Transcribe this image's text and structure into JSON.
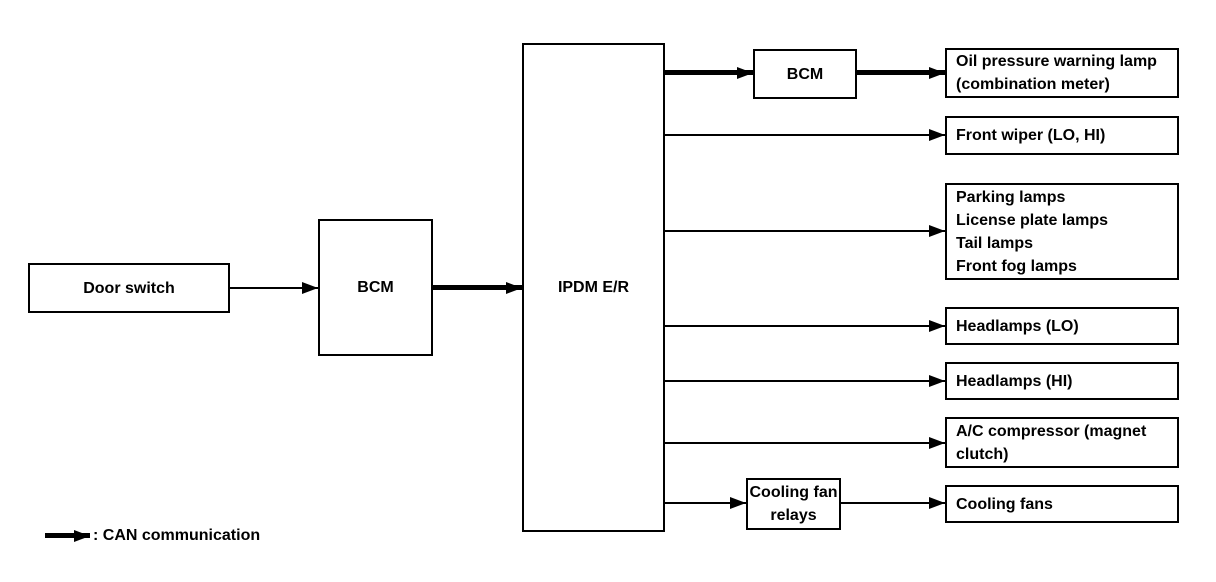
{
  "diagram": {
    "nodes": {
      "door_switch": {
        "label": "Door switch"
      },
      "bcm_main": {
        "label": "BCM"
      },
      "ipdm": {
        "label": "IPDM E/R"
      },
      "bcm_upper": {
        "label": "BCM"
      },
      "oil_pressure_lamp": {
        "lines": [
          "Oil pressure warning lamp",
          "(combination meter)"
        ]
      },
      "front_wiper": {
        "label": "Front wiper (LO, HI)"
      },
      "exterior_lamps": {
        "lines": [
          "Parking lamps",
          "License plate lamps",
          "Tail lamps",
          "Front fog lamps"
        ]
      },
      "headlamps_lo": {
        "label": "Headlamps (LO)"
      },
      "headlamps_hi": {
        "label": "Headlamps (HI)"
      },
      "ac_compressor": {
        "lines": [
          "A/C compressor (magnet",
          "clutch)"
        ]
      },
      "cooling_fan_relays": {
        "lines": [
          "Cooling fan",
          "relays"
        ]
      },
      "cooling_fans": {
        "label": "Cooling fans"
      }
    },
    "legend": {
      "label": ": CAN communication"
    },
    "colors": {
      "line": "#000000",
      "background": "#ffffff"
    },
    "connections": [
      {
        "from": "Door switch",
        "to": "BCM",
        "type": "signal"
      },
      {
        "from": "BCM",
        "to": "IPDM E/R",
        "type": "CAN"
      },
      {
        "from": "IPDM E/R",
        "to": "BCM (upper)",
        "type": "CAN"
      },
      {
        "from": "BCM (upper)",
        "to": "Oil pressure warning lamp (combination meter)",
        "type": "CAN"
      },
      {
        "from": "IPDM E/R",
        "to": "Front wiper (LO, HI)",
        "type": "signal"
      },
      {
        "from": "IPDM E/R",
        "to": "Parking lamps / License plate lamps / Tail lamps / Front fog lamps",
        "type": "signal"
      },
      {
        "from": "IPDM E/R",
        "to": "Headlamps (LO)",
        "type": "signal"
      },
      {
        "from": "IPDM E/R",
        "to": "Headlamps (HI)",
        "type": "signal"
      },
      {
        "from": "IPDM E/R",
        "to": "A/C compressor (magnet clutch)",
        "type": "signal"
      },
      {
        "from": "IPDM E/R",
        "to": "Cooling fan relays",
        "type": "signal"
      },
      {
        "from": "Cooling fan relays",
        "to": "Cooling fans",
        "type": "signal"
      }
    ]
  }
}
